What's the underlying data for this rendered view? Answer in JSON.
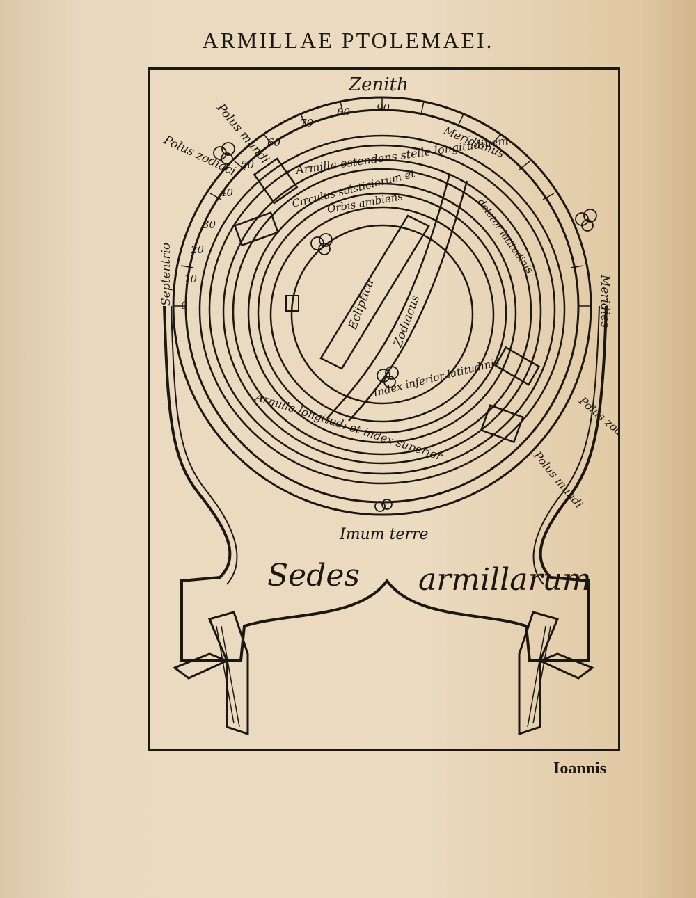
{
  "page": {
    "title": "ARMILLAE PTOLEMAEI.",
    "catchword": "Ioannis"
  },
  "figure": {
    "labels": {
      "zenith": "Zenith",
      "polus_mundi_top": "Polus mundi",
      "polus_zodiaci_left": "Polus zodiaci",
      "septentrio": "Septentrio",
      "meridies": "Meridies",
      "polus_zodiaci_right": "Polus zodiaci",
      "polus_mundi_right": "Polus mundi",
      "imum_terre": "Imum terre",
      "meridianus": "Meridianus",
      "armilla_ostendens": "Armilla ostendens stelle longitudinem",
      "circulus_solsticiorum": "Circulus solsticiorum et",
      "orbis_ambiens": "Orbis ambiens",
      "delator_latitudinis": "delator latitudinis",
      "ecliptica": "Ecliptica",
      "zodiacus": "Zodiacus",
      "index_inferior": "Index inferior latitudinis",
      "armilla_longitud": "Armilla longitud: et index superior",
      "sedes": "Sedes",
      "armillarum": "armillarum"
    },
    "scale_numbers": [
      "90",
      "80",
      "70",
      "60",
      "50",
      "40",
      "30",
      "20",
      "10",
      "0"
    ]
  }
}
